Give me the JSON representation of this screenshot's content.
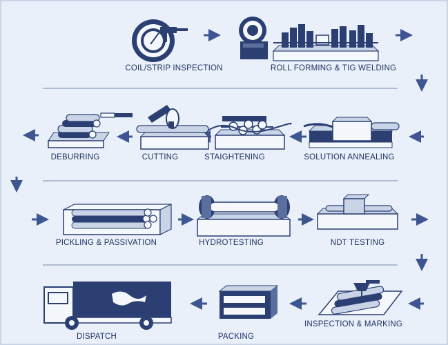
{
  "steps": {
    "coil_strip_inspection": "COIL/STRIP INSPECTION",
    "roll_forming_tig_welding": "ROLL FORMING & TIG WELDING",
    "solution_annealing": "SOLUTION ANNEALING",
    "straightening": "STAIGHTENING",
    "cutting": "CUTTING",
    "deburring": "DEBURRING",
    "pickling_passivation": "PICKLING & PASSIVATION",
    "hydrotesting": "HYDROTESTING",
    "ndt_testing": "NDT TESTING",
    "inspection_marking": "INSPECTION & MARKING",
    "packing": "PACKING",
    "dispatch": "DISPATCH"
  },
  "colors": {
    "background": "#e9f0f9",
    "navy": "#2b3f73",
    "label": "#1f3262",
    "arrow": "#3d5590",
    "light_fill": "#f4f7fb",
    "mid_fill": "#c9d4e6",
    "divider": "#8d9dc0"
  }
}
